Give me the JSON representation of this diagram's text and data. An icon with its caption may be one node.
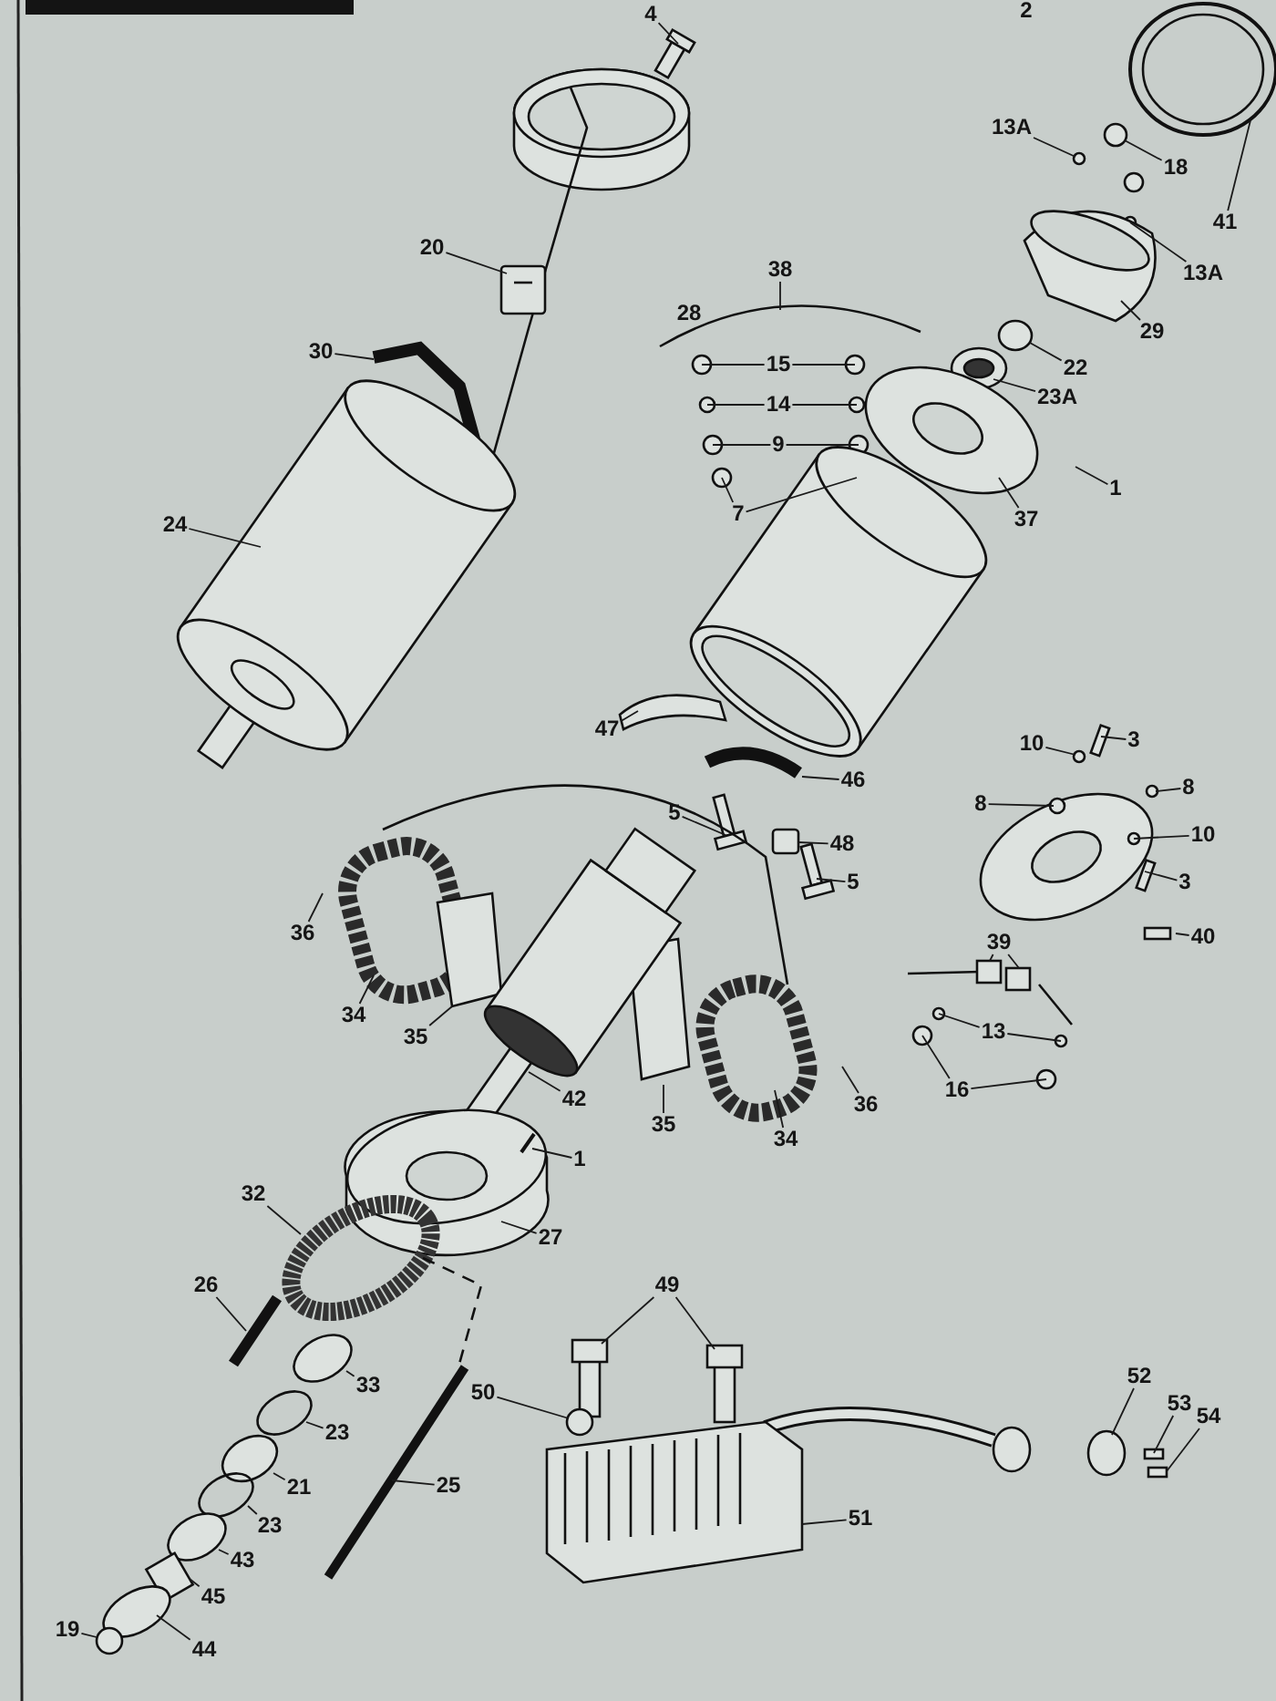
{
  "diagram": {
    "nodes": [
      {
        "text": [
          "4"
        ]
      },
      {
        "text": [
          "41"
        ]
      },
      {
        "text": [
          "13A"
        ]
      },
      {
        "text": [
          "18"
        ]
      },
      {
        "text": [
          "13A"
        ]
      },
      {
        "text": [
          "20"
        ]
      },
      {
        "text": [
          "38"
        ]
      },
      {
        "text": [
          "29"
        ]
      },
      {
        "text": [
          "22"
        ]
      },
      {
        "text": [
          "15"
        ]
      },
      {
        "text": [
          "23A"
        ]
      },
      {
        "text": [
          "14"
        ]
      },
      {
        "text": [
          "9"
        ]
      },
      {
        "text": [
          "7"
        ]
      },
      {
        "text": [
          "1"
        ]
      },
      {
        "text": [
          "37"
        ]
      },
      {
        "text": [
          "30"
        ]
      },
      {
        "text": [
          "24"
        ]
      },
      {
        "text": [
          "47"
        ]
      },
      {
        "text": [
          "10"
        ]
      },
      {
        "text": [
          "3"
        ]
      },
      {
        "text": [
          "46"
        ]
      },
      {
        "text": [
          "8"
        ]
      },
      {
        "text": [
          "8"
        ]
      },
      {
        "text": [
          "5"
        ]
      },
      {
        "text": [
          "48"
        ]
      },
      {
        "text": [
          "10"
        ]
      },
      {
        "text": [
          "3"
        ]
      },
      {
        "text": [
          "5"
        ]
      },
      {
        "text": [
          "36"
        ]
      },
      {
        "text": [
          "40"
        ]
      },
      {
        "text": [
          "39"
        ]
      },
      {
        "text": [
          "34"
        ]
      },
      {
        "text": [
          "35"
        ]
      },
      {
        "text": [
          "13"
        ]
      },
      {
        "text": [
          "16"
        ]
      },
      {
        "text": [
          "42"
        ]
      },
      {
        "text": [
          "35"
        ]
      },
      {
        "text": [
          "36"
        ]
      },
      {
        "text": [
          "34"
        ]
      },
      {
        "text": [
          "1"
        ]
      },
      {
        "text": [
          "27"
        ]
      },
      {
        "text": [
          "32"
        ]
      },
      {
        "text": [
          "49"
        ]
      },
      {
        "text": [
          "26"
        ]
      },
      {
        "text": [
          "33"
        ]
      },
      {
        "text": [
          "50"
        ]
      },
      {
        "text": [
          "52"
        ]
      },
      {
        "text": [
          "53"
        ]
      },
      {
        "text": [
          "54"
        ]
      },
      {
        "text": [
          "23"
        ]
      },
      {
        "text": [
          "21"
        ]
      },
      {
        "text": [
          "25"
        ]
      },
      {
        "text": [
          "23"
        ]
      },
      {
        "text": [
          "51"
        ]
      },
      {
        "text": [
          "43"
        ]
      },
      {
        "text": [
          "45"
        ]
      },
      {
        "text": [
          "44"
        ]
      },
      {
        "text": [
          "19"
        ]
      }
    ],
    "edges": [
      {
        "from": 0,
        "to": null,
        "arrow": "none"
      },
      {
        "from": 1,
        "to": null,
        "arrow": "none"
      },
      {
        "from": 2,
        "to": null,
        "arrow": "none"
      },
      {
        "from": 3,
        "to": null,
        "arrow": "none"
      },
      {
        "from": 4,
        "to": null,
        "arrow": "none"
      },
      {
        "from": 5,
        "to": null,
        "arrow": "none"
      },
      {
        "from": 6,
        "to": null,
        "arrow": "none"
      },
      {
        "from": 7,
        "to": null,
        "arrow": "none"
      },
      {
        "from": 8,
        "to": null,
        "arrow": "none"
      },
      {
        "from": 9,
        "to": null,
        "arrow": "none"
      },
      {
        "from": 9,
        "to": null,
        "arrow": "none"
      },
      {
        "from": 10,
        "to": null,
        "arrow": "none"
      },
      {
        "from": 11,
        "to": null,
        "arrow": "none"
      },
      {
        "from": 11,
        "to": null,
        "arrow": "none"
      },
      {
        "from": 12,
        "to": null,
        "arrow": "none"
      },
      {
        "from": 12,
        "to": null,
        "arrow": "none"
      },
      {
        "from": 13,
        "to": null,
        "arrow": "none"
      },
      {
        "from": 13,
        "to": null,
        "arrow": "none"
      },
      {
        "from": 14,
        "to": null,
        "arrow": "none"
      },
      {
        "from": 15,
        "to": null,
        "arrow": "none"
      },
      {
        "from": 16,
        "to": null,
        "arrow": "none"
      },
      {
        "from": 17,
        "to": null,
        "arrow": "none"
      },
      {
        "from": 18,
        "to": null,
        "arrow": "none"
      },
      {
        "from": 19,
        "to": null,
        "arrow": "none"
      },
      {
        "from": 20,
        "to": null,
        "arrow": "none"
      },
      {
        "from": 21,
        "to": null,
        "arrow": "none"
      },
      {
        "from": 22,
        "to": null,
        "arrow": "none"
      },
      {
        "from": 23,
        "to": null,
        "arrow": "none"
      },
      {
        "from": 24,
        "to": null,
        "arrow": "none"
      },
      {
        "from": 25,
        "to": null,
        "arrow": "none"
      },
      {
        "from": 26,
        "to": null,
        "arrow": "none"
      },
      {
        "from": 27,
        "to": null,
        "arrow": "none"
      },
      {
        "from": 28,
        "to": null,
        "arrow": "none"
      },
      {
        "from": 29,
        "to": null,
        "arrow": "none"
      },
      {
        "from": 30,
        "to": null,
        "arrow": "none"
      },
      {
        "from": 31,
        "to": null,
        "arrow": "none"
      },
      {
        "from": 31,
        "to": null,
        "arrow": "none"
      },
      {
        "from": 32,
        "to": null,
        "arrow": "none"
      },
      {
        "from": 33,
        "to": null,
        "arrow": "none"
      },
      {
        "from": 34,
        "to": null,
        "arrow": "none"
      },
      {
        "from": 34,
        "to": null,
        "arrow": "none"
      },
      {
        "from": 35,
        "to": null,
        "arrow": "none"
      },
      {
        "from": 35,
        "to": null,
        "arrow": "none"
      },
      {
        "from": 36,
        "to": null,
        "arrow": "none"
      },
      {
        "from": 37,
        "to": null,
        "arrow": "none"
      },
      {
        "from": 38,
        "to": null,
        "arrow": "none"
      },
      {
        "from": 39,
        "to": null,
        "arrow": "none"
      },
      {
        "from": 40,
        "to": null,
        "arrow": "none"
      },
      {
        "from": 41,
        "to": null,
        "arrow": "none"
      },
      {
        "from": 42,
        "to": null,
        "arrow": "none"
      },
      {
        "from": 43,
        "to": null,
        "arrow": "none"
      },
      {
        "from": 43,
        "to": null,
        "arrow": "none"
      },
      {
        "from": 44,
        "to": null,
        "arrow": "none"
      },
      {
        "from": 45,
        "to": null,
        "arrow": "none"
      },
      {
        "from": 46,
        "to": null,
        "arrow": "none"
      },
      {
        "from": 47,
        "to": null,
        "arrow": "none"
      },
      {
        "from": 48,
        "to": null,
        "arrow": "none"
      },
      {
        "from": 49,
        "to": null,
        "arrow": "none"
      },
      {
        "from": 50,
        "to": null,
        "arrow": "none"
      },
      {
        "from": 51,
        "to": null,
        "arrow": "none"
      },
      {
        "from": 52,
        "to": null,
        "arrow": "none"
      },
      {
        "from": 53,
        "to": null,
        "arrow": "none"
      },
      {
        "from": 54,
        "to": null,
        "arrow": "none"
      },
      {
        "from": 55,
        "to": null,
        "arrow": "none"
      },
      {
        "from": 56,
        "to": null,
        "arrow": "none"
      },
      {
        "from": 57,
        "to": null,
        "arrow": "none"
      },
      {
        "from": 58,
        "to": null,
        "arrow": "none"
      }
    ],
    "labels": [
      "2",
      "28"
    ]
  }
}
